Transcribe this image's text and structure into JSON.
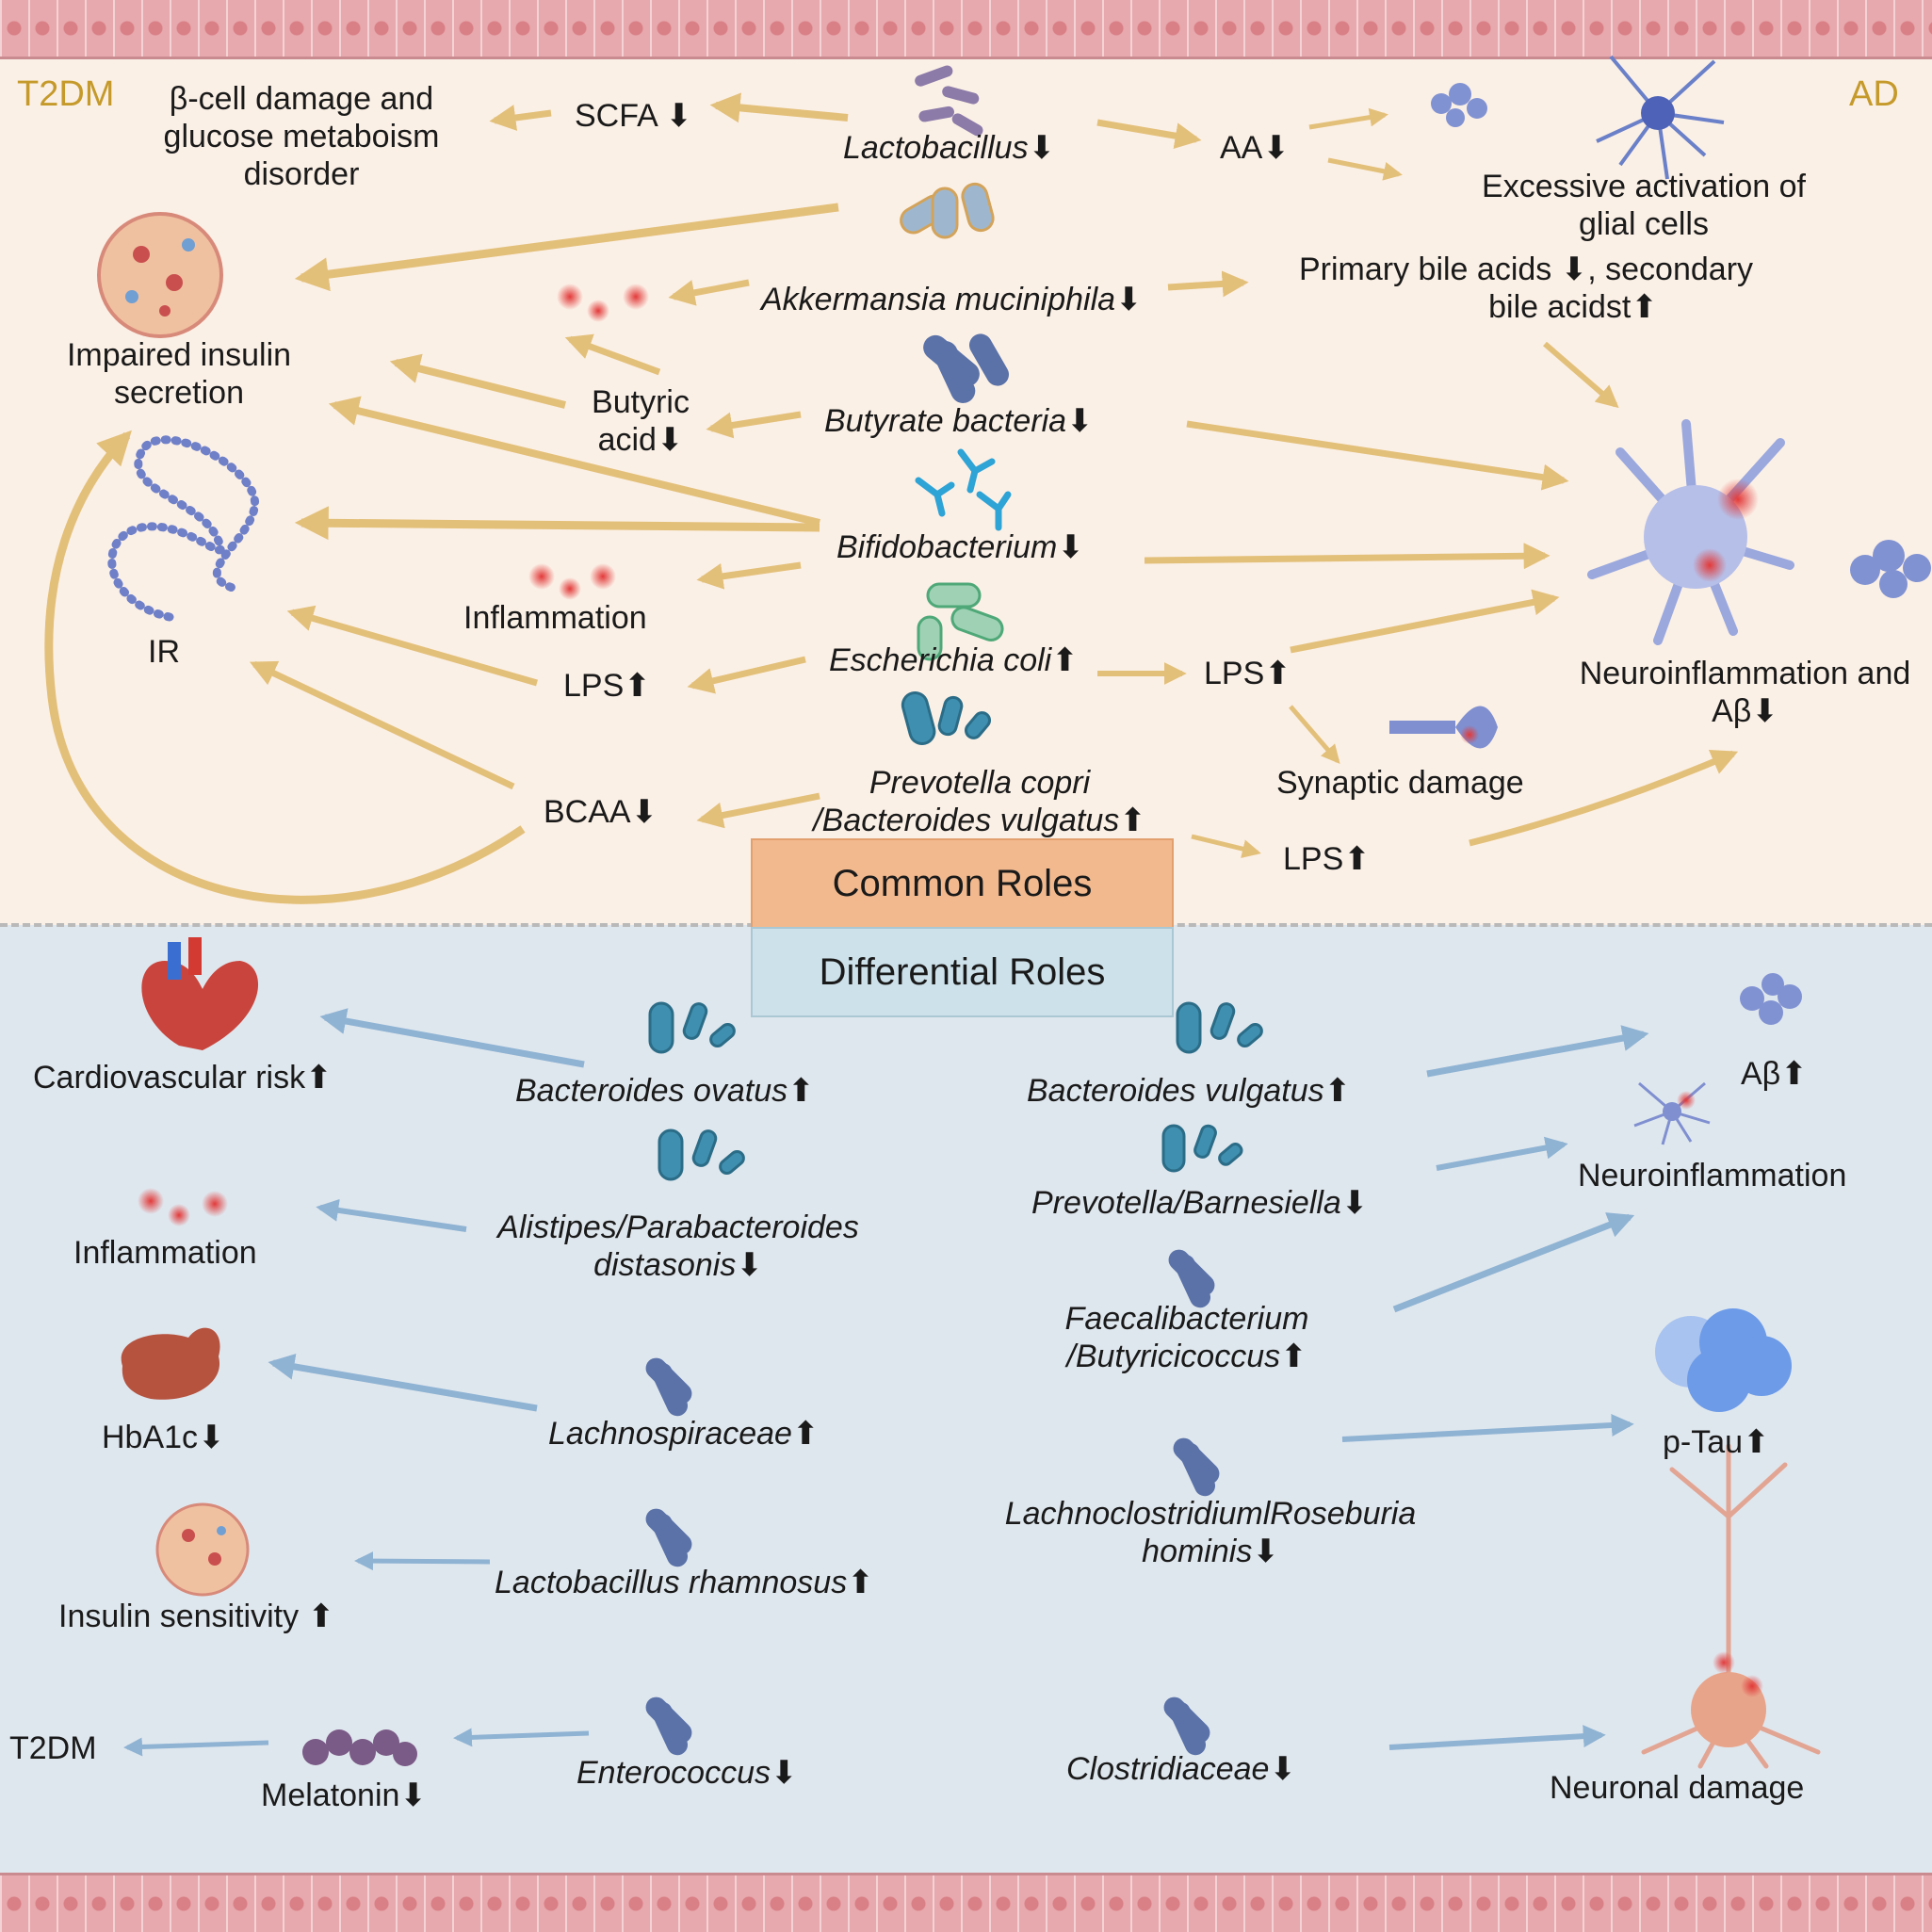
{
  "corners": {
    "t2dm": "T2DM",
    "ad": "AD"
  },
  "sections": {
    "common": "Common Roles",
    "differential": "Differential Roles"
  },
  "common": {
    "beta_cell": [
      "β-cell damage and",
      "glucose metaboism",
      "disorder"
    ],
    "scfa": "SCFA",
    "lactobacillus": "Lactobacillus",
    "aa": "AA",
    "glial": [
      "Excessive activation of",
      "glial cells"
    ],
    "impaired_insulin": [
      "Impaired insulin",
      "secretion"
    ],
    "akkermansia": "Akkermansia muciniphila",
    "bile_acids": [
      "Primary bile acids",
      ", secondary",
      "bile acidst"
    ],
    "butyric_acid": [
      "Butyric",
      "acid"
    ],
    "butyrate_bacteria": "Butyrate bacteria",
    "bifidobacterium": "Bifidobacterium",
    "ir": "IR",
    "inflammation": "Inflammation",
    "ecoli": "Escherichia coli",
    "lps_left": "LPS",
    "lps_right": "LPS",
    "neuroinflammation_ab": [
      "Neuroinflammation and",
      "Aβ"
    ],
    "prevotella": [
      "Prevotella copri",
      "/Bacteroides vulgatus"
    ],
    "bcaa": "BCAA",
    "synaptic": "Synaptic damage",
    "lps_bottom": "LPS"
  },
  "differential": {
    "cardio": "Cardiovascular risk",
    "b_ovatus": "Bacteroides ovatus",
    "b_vulgatus": "Bacteroides vulgatus",
    "ab": "Aβ",
    "neuroinflammation": "Neuroinflammation",
    "prevotella_barnesiella": "Prevotella/Barnesiella",
    "inflammation": "Inflammation",
    "alistipes": [
      "Alistipes/Parabacteroides",
      "distasonis"
    ],
    "faecalibacterium": [
      "Faecalibacterium",
      "/Butyricicoccus"
    ],
    "hba1c": "HbA1c",
    "lachnospiraceae": "Lachnospiraceae",
    "ptau": "p-Tau",
    "lachnoclostridium": [
      "LachnoclostridiumlRoseburia",
      "hominis"
    ],
    "insulin_sens": "Insulin sensitivity",
    "l_rhamnosus": "Lactobacillus rhamnosus",
    "t2dm": "T2DM",
    "melatonin": "Melatonin",
    "enterococcus": "Enterococcus",
    "clostridiaceae": "Clostridiaceae",
    "neuronal_damage": "Neuronal damage"
  },
  "arrows": {
    "up": "⬆",
    "down": "⬇"
  },
  "colors": {
    "top_bg": "#fbf0e6",
    "bottom_bg": "#dfe7ee",
    "gold_arrow": "#e3c07a",
    "blue_arrow": "#8fb3d3",
    "common_box": "#f2b98e",
    "diff_box": "#cde1ea",
    "label_gold": "#c59a2b"
  },
  "icons": [
    "intestinal-epithelium-icon",
    "bacteria-cluster-icon",
    "rod-bacteria-icon",
    "branching-bacteria-icon",
    "inflammation-dots-icon",
    "pancreatic-islet-icon",
    "protein-chain-icon",
    "microglia-icon",
    "neuron-icon",
    "amyloid-plaque-icon",
    "heart-icon",
    "liver-icon",
    "tau-aggregate-icon",
    "melatonin-icon",
    "synapse-icon"
  ]
}
